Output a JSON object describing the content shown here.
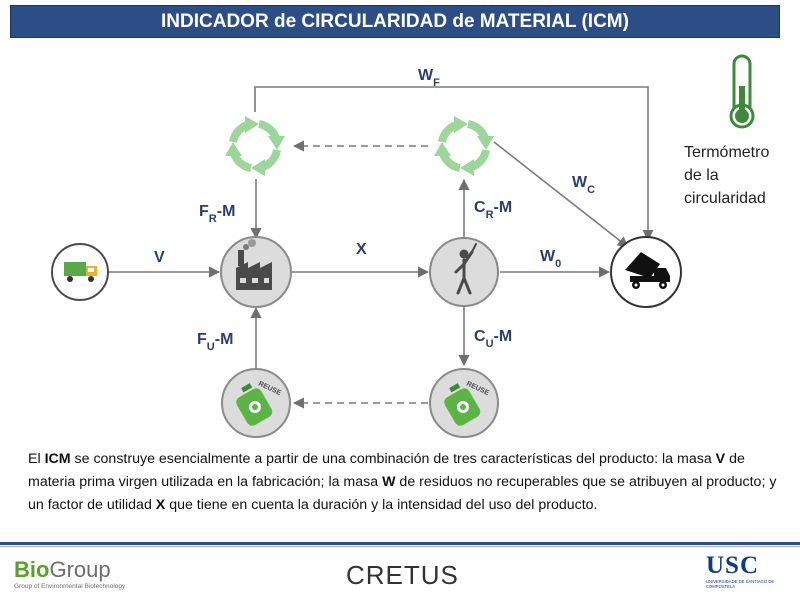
{
  "title": "INDICADOR de CIRCULARIDAD de MATERIAL (ICM)",
  "diagram": {
    "labels": {
      "wf_main": "W",
      "wf_sub": "F",
      "wc_main": "W",
      "wc_sub": "C",
      "w0_main": "W",
      "w0_sub": "0",
      "v": "V",
      "x": "X",
      "frm_main": "F",
      "frm_sub": "R",
      "frm_tail": "-M",
      "crm_main": "C",
      "crm_sub": "R",
      "crm_tail": "-M",
      "fum_main": "F",
      "fum_sub": "U",
      "fum_tail": "-M",
      "cum_main": "C",
      "cum_sub": "U",
      "cum_tail": "-M",
      "reuse": "REUSE"
    }
  },
  "thermometer": {
    "line1": "Termómetro",
    "line2": "de la",
    "line3": "circularidad"
  },
  "description": {
    "p1": "El ",
    "b1": "ICM",
    "p2": " se construye esencialmente a partir de una combinación de tres características del producto: la masa ",
    "b2": "V",
    "p3": " de materia prima virgen utilizada en la fabricación; la masa ",
    "b3": "W",
    "p4": " de residuos no recuperables que se atribuyen al producto; y un factor de utilidad ",
    "b4": "X",
    "p5": " que tiene en cuenta la duración y la intensidad del uso del producto."
  },
  "footer": {
    "biogroup_bio": "Bio",
    "biogroup_group": "Group",
    "biogroup_sub": "Group of Environmental Biotechnology",
    "cretus": "CRETUS",
    "usc": "USC",
    "usc_sub": "UNIVERSIDADE DE SANTIAGO DE COMPOSTELA"
  },
  "colors": {
    "title_bg": "#2d4d86",
    "label": "#2b3f6e",
    "recycle": "#9cd69a",
    "reuse_green": "#5cb346",
    "thermometer": "#3d8a3a",
    "line": "#7a7a7a"
  }
}
